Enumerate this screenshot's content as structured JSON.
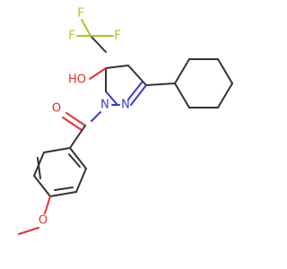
{
  "molecule": {
    "atoms": {
      "f1": "F",
      "f2": "F",
      "f3": "F",
      "ho": "HO",
      "n1": "N",
      "n2": "N",
      "carbonyl_o": "O",
      "methoxy_o": "O"
    },
    "colors": {
      "bond": "#333333",
      "oxygen": "#e8302a",
      "nitrogen": "#3a3acc",
      "fluorine": "#a8c820"
    }
  }
}
